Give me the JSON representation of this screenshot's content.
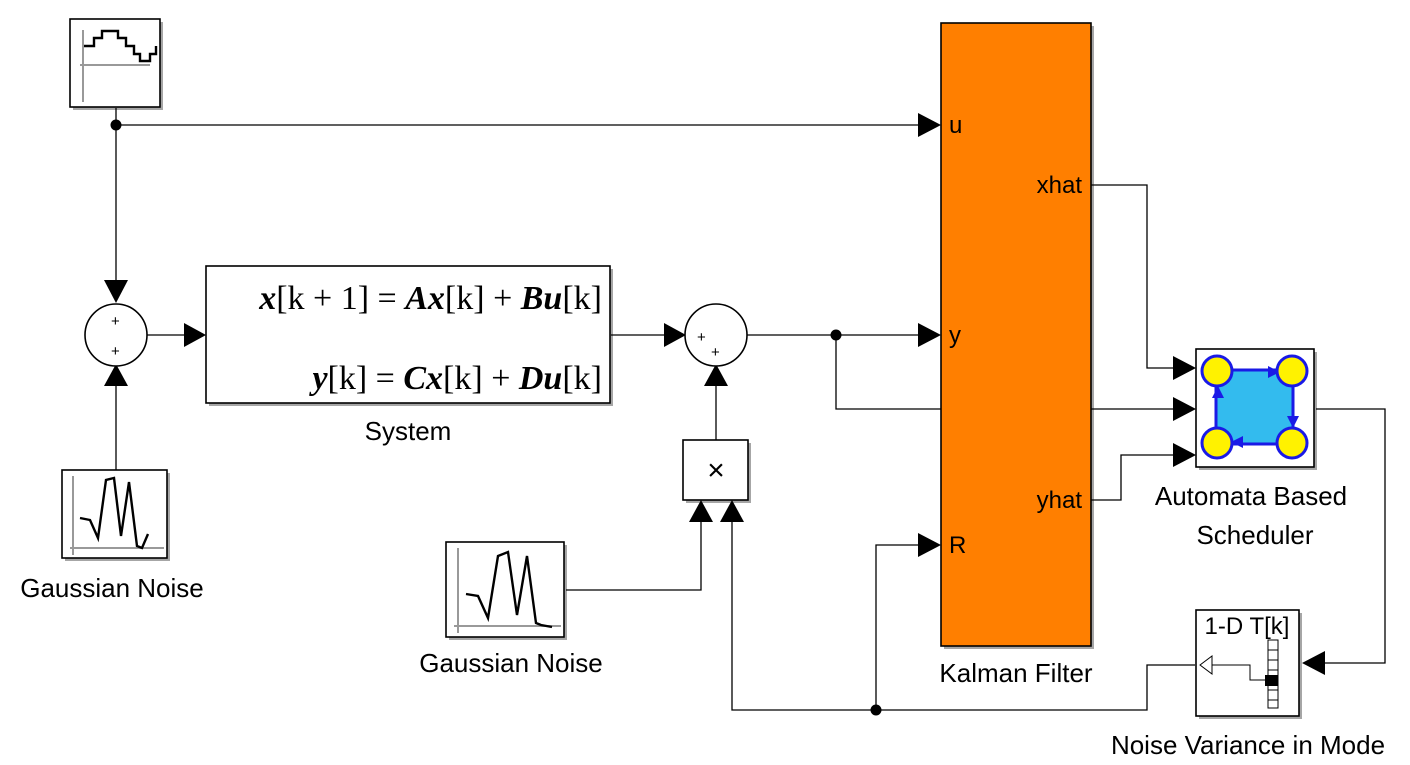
{
  "blocks": {
    "system": {
      "label": "System",
      "eq1": {
        "lhs": "x",
        "lhs_index": "[k + 1] = ",
        "a": "Ax",
        "a_index": "[k] + ",
        "b": "Bu",
        "b_index": "[k]"
      },
      "eq2": {
        "lhs": "y",
        "lhs_index": "[k] = ",
        "c": "Cx",
        "c_index": "[k] + ",
        "d": "Du",
        "d_index": "[k]"
      }
    },
    "gaussian_noise_1": {
      "label": "Gaussian Noise"
    },
    "gaussian_noise_2": {
      "label": "Gaussian Noise"
    },
    "kalman_filter": {
      "label": "Kalman Filter",
      "ports": {
        "u": "u",
        "y": "y",
        "r": "R",
        "xhat": "xhat",
        "yhat": "yhat"
      }
    },
    "scheduler": {
      "label_line1": "Automata Based",
      "label_line2": "Scheduler"
    },
    "lookup": {
      "label": "Noise Variance in Mode",
      "title": "1-D T[k]"
    },
    "sum1": {
      "signs": [
        "+",
        "+"
      ]
    },
    "sum2": {
      "signs": [
        "+",
        "+"
      ]
    },
    "product": {
      "symbol": "×"
    }
  },
  "colors": {
    "kalman_fill": "#FF7F00",
    "scheduler_fill": "#33BBEE",
    "scheduler_node": "#FFF200",
    "scheduler_edge": "#1A1AE6"
  }
}
